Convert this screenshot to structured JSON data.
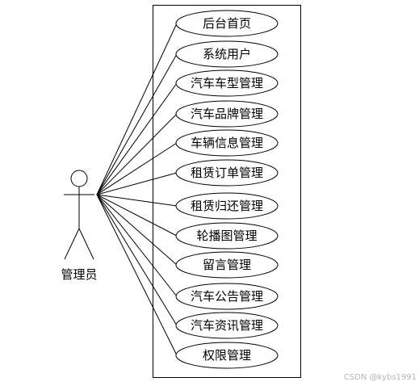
{
  "actor": {
    "name": "管理员"
  },
  "use_cases": [
    {
      "label": "后台首页"
    },
    {
      "label": "系统用户"
    },
    {
      "label": "汽车车型管理"
    },
    {
      "label": "汽车品牌管理"
    },
    {
      "label": "车辆信息管理"
    },
    {
      "label": "租赁订单管理"
    },
    {
      "label": "租赁归还管理"
    },
    {
      "label": "轮播图管理"
    },
    {
      "label": "留言管理"
    },
    {
      "label": "汽车公告管理"
    },
    {
      "label": "汽车资讯管理"
    },
    {
      "label": "权限管理"
    }
  ],
  "watermark": "CSDN @kybs1991",
  "colors": {
    "stroke": "#000000",
    "background": "#ffffff",
    "watermark": "#b5b5b5"
  }
}
